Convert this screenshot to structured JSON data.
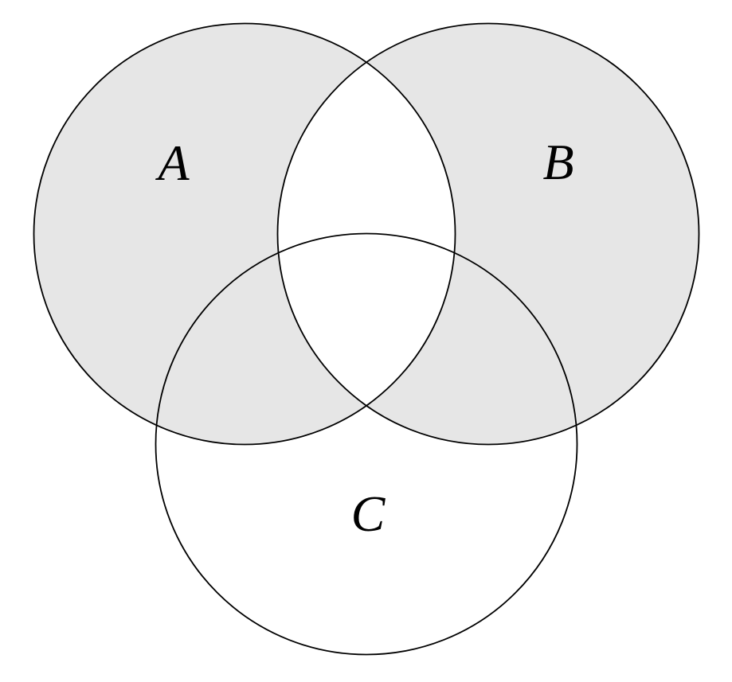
{
  "diagram": {
    "type": "venn-3-set",
    "sets": [
      {
        "label": "A",
        "shaded": true
      },
      {
        "label": "B",
        "shaded": true
      },
      {
        "label": "C",
        "shaded": false
      }
    ],
    "shaded_region": "symmetric difference of A and B (regions of A and B outside their intersection, including overlaps with C)",
    "unshaded_regions": "A intersect B, and C-only region",
    "colors": {
      "shade_fill": "#e6e6e6",
      "stroke": "#000000",
      "background": "#ffffff"
    }
  }
}
